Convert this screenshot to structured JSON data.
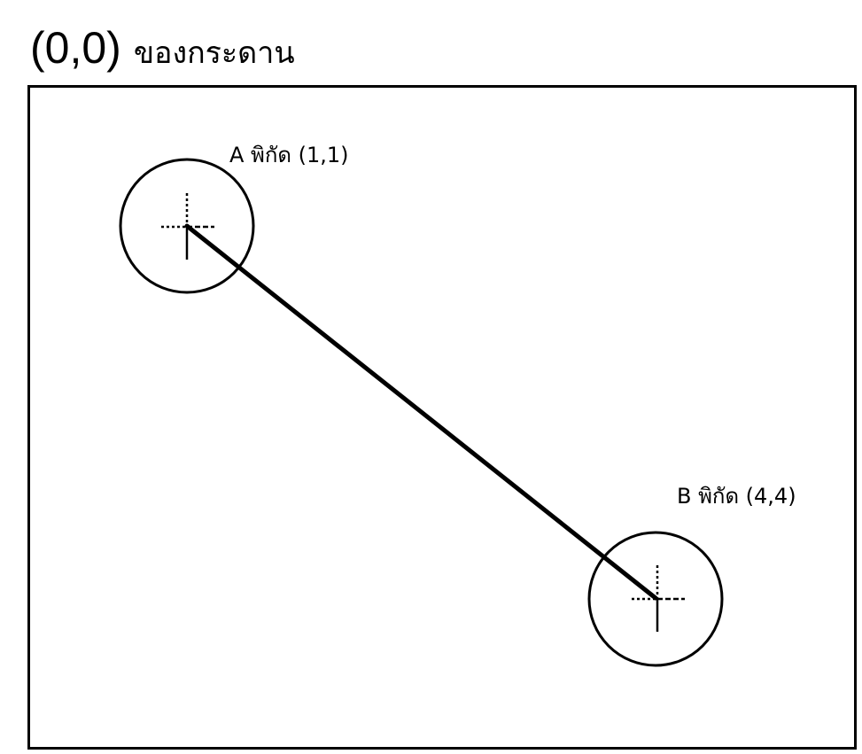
{
  "origin": {
    "coord": "(0,0)",
    "text": "ของกระดาน"
  },
  "points": {
    "a": {
      "label": "A พิกัด (1,1)",
      "x": 1,
      "y": 1
    },
    "b": {
      "label": "B พิกัด (4,4)",
      "x": 4,
      "y": 4
    }
  }
}
